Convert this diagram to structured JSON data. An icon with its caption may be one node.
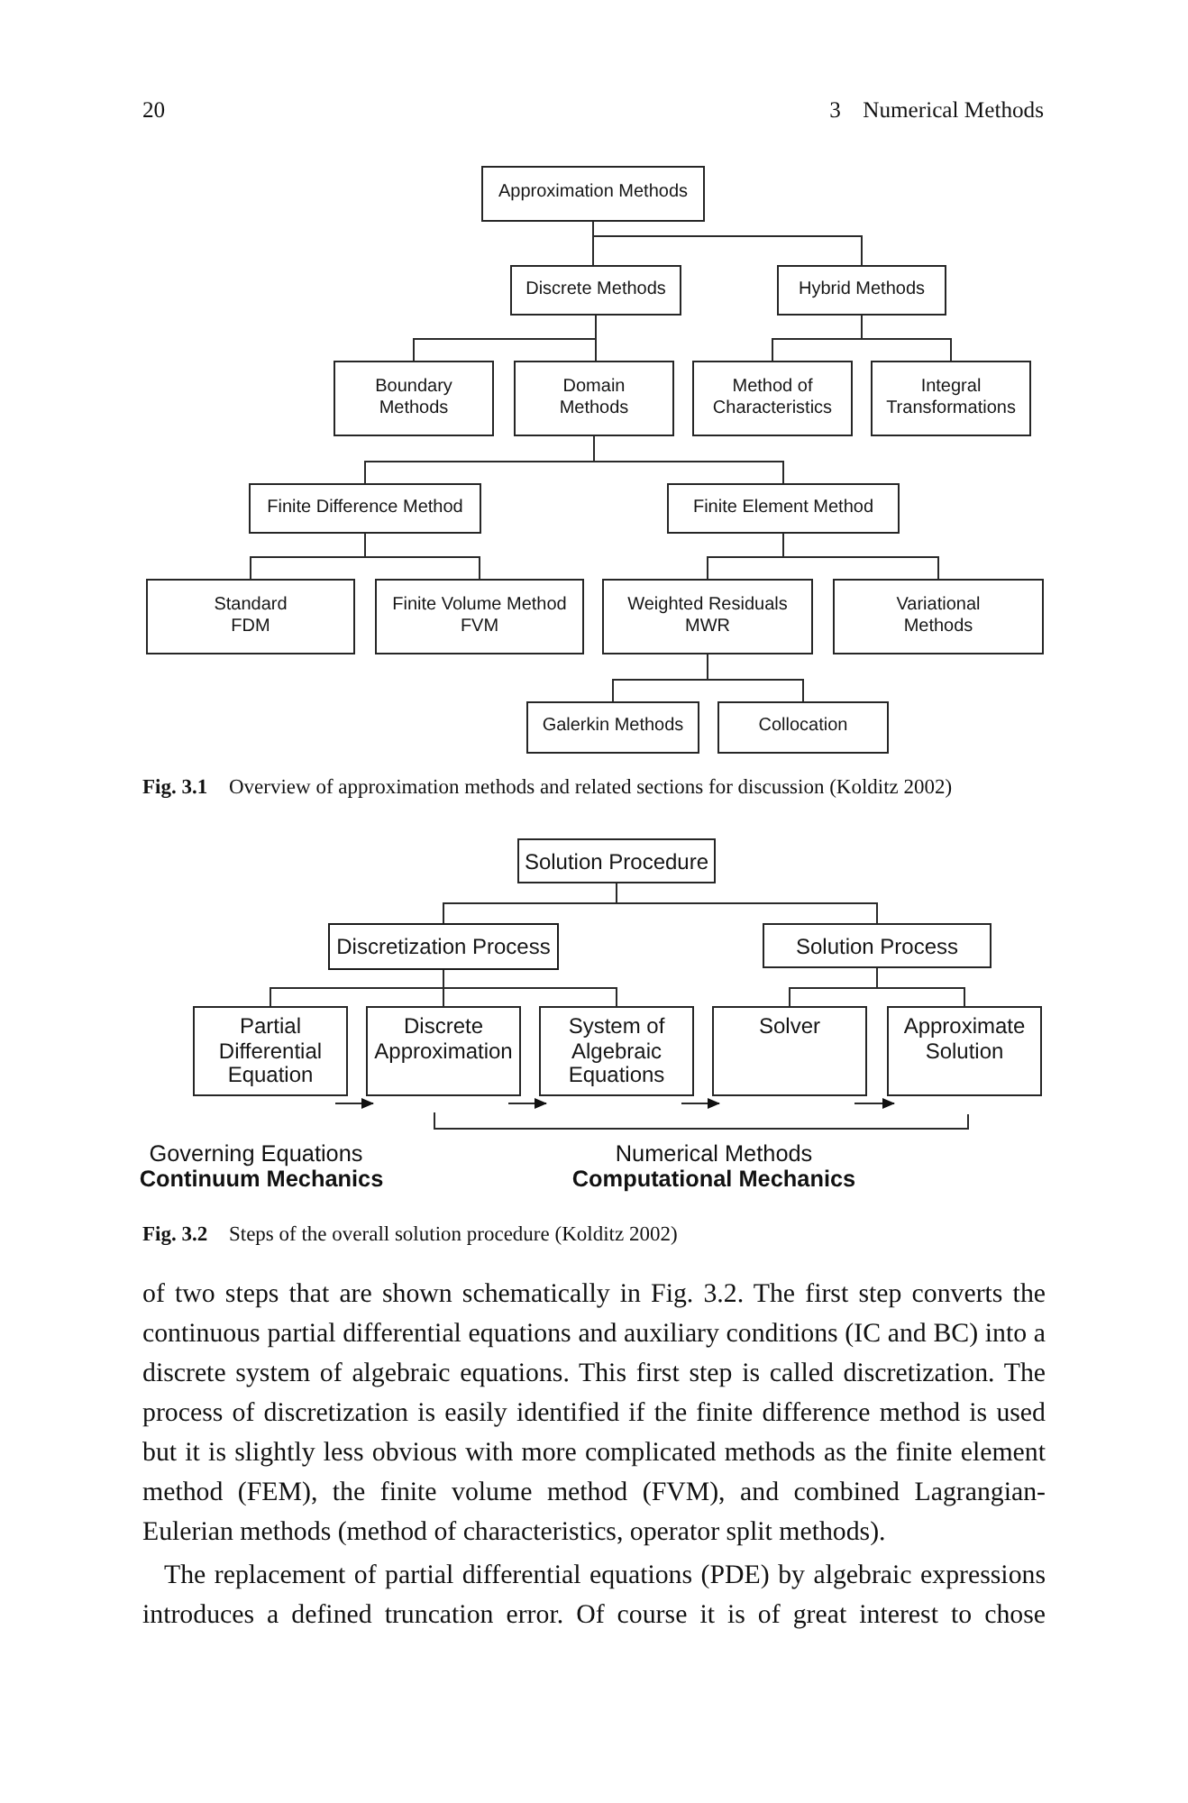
{
  "diagram": {
    "nodes": [
      {
        "text": [
          "Approximation Methods"
        ]
      },
      {
        "text": [
          "Discrete Methods"
        ]
      },
      {
        "text": [
          "Hybrid Methods"
        ]
      },
      {
        "text": [
          "Boundary Methods"
        ]
      },
      {
        "text": [
          "Domain Methods"
        ]
      },
      {
        "text": [
          "Method of Characteristics"
        ]
      },
      {
        "text": [
          "Integral Transformations"
        ]
      },
      {
        "text": [
          "Finite Difference Method"
        ]
      },
      {
        "text": [
          "Finite Element Method"
        ]
      },
      {
        "text": [
          "Standard FDM"
        ]
      },
      {
        "text": [
          "Finite Volume Method FVM"
        ]
      },
      {
        "text": [
          "Weighted Residuals MWR"
        ]
      },
      {
        "text": [
          "Variational Methods"
        ]
      },
      {
        "text": [
          "Galerkin Methods"
        ]
      },
      {
        "text": [
          "Collocation"
        ]
      },
      {
        "text": [
          "Solution Procedure"
        ]
      },
      {
        "text": [
          "Discretization Process"
        ]
      },
      {
        "text": [
          "Solution Process"
        ]
      },
      {
        "text": [
          "Partial Differential Equation"
        ]
      },
      {
        "text": [
          "Discrete Approximation"
        ]
      },
      {
        "text": [
          "System of Algebraic Equations"
        ]
      },
      {
        "text": [
          "Solver"
        ]
      },
      {
        "text": [
          "Approximate Solution"
        ]
      }
    ],
    "edges": [
      {
        "from": 0,
        "to": 1,
        "arrow": "none"
      },
      {
        "from": 0,
        "to": 2,
        "arrow": "none"
      },
      {
        "from": 1,
        "to": 3,
        "arrow": "none"
      },
      {
        "from": 1,
        "to": 4,
        "arrow": "none"
      },
      {
        "from": 2,
        "to": 5,
        "arrow": "none"
      },
      {
        "from": 2,
        "to": 6,
        "arrow": "none"
      },
      {
        "from": 4,
        "to": 7,
        "arrow": "none"
      },
      {
        "from": 4,
        "to": 8,
        "arrow": "none"
      },
      {
        "from": 7,
        "to": 9,
        "arrow": "none"
      },
      {
        "from": 7,
        "to": 10,
        "arrow": "none"
      },
      {
        "from": 8,
        "to": 11,
        "arrow": "none"
      },
      {
        "from": 8,
        "to": 12,
        "arrow": "none"
      },
      {
        "from": 11,
        "to": 13,
        "arrow": "none"
      },
      {
        "from": 11,
        "to": 14,
        "arrow": "none"
      },
      {
        "from": 15,
        "to": 16,
        "arrow": "none"
      },
      {
        "from": 15,
        "to": 17,
        "arrow": "none"
      },
      {
        "from": 16,
        "to": 18,
        "arrow": "none"
      },
      {
        "from": 16,
        "to": 19,
        "arrow": "none"
      },
      {
        "from": 16,
        "to": 20,
        "arrow": "none"
      },
      {
        "from": 17,
        "to": 21,
        "arrow": "none"
      },
      {
        "from": 17,
        "to": 22,
        "arrow": "none"
      },
      {
        "from": 18,
        "to": 19,
        "arrow": "to"
      },
      {
        "from": 19,
        "to": 20,
        "arrow": "to"
      },
      {
        "from": 20,
        "to": 21,
        "arrow": "to"
      },
      {
        "from": 21,
        "to": 22,
        "arrow": "to"
      }
    ],
    "labels": [
      "20",
      "3 Numerical Methods",
      "**Fig. 3.1** Overview of approximation methods and related sections for discussion (Kolditz 2002)",
      "Governing Equations",
      "Numerical Methods",
      "Continuum Mechanics",
      "Computational Mechanics",
      "**Fig. 3.2** Steps of the overall solution procedure (Kolditz 2002)",
      "of two steps that are shown schematically in Fig. 3.2. The first step converts the continuous partial differential equations and auxiliary conditions (IC and BC) into a discrete system of algebraic equations. This first step is called discretization. The process of discretization is easily identified if the finite difference method is used but it is slightly less obvious with more complicated methods as the finite element method (FEM), the finite volume method (FVM), and combined Lagrangian-Eulerian methods (method of characteristics, operator split methods).",
      "The replacement of partial differential equations (PDE) by algebraic expressions introduces a defined truncation error. Of course it is of great interest to chose"
    ]
  }
}
